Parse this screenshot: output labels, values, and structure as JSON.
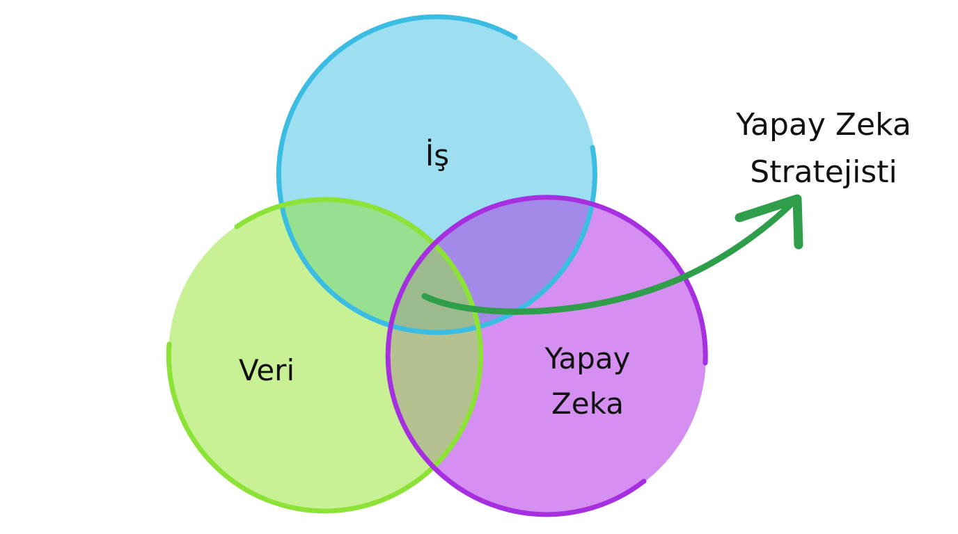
{
  "diagram": {
    "type": "venn-3",
    "sets": [
      {
        "id": "is",
        "label": "İş",
        "fill": "#9ddff0",
        "stroke": "#3bbde3"
      },
      {
        "id": "veri",
        "label": "Veri",
        "fill": "#c8f195",
        "stroke": "#8ce236"
      },
      {
        "id": "yapay_zeka",
        "label_line1": "Yapay",
        "label_line2": "Zeka",
        "fill": "#d48ff0",
        "stroke": "#a630e0"
      }
    ],
    "intersection_colors": {
      "is_veri": "#97e08f",
      "is_yapay_zeka": "#a48ae8",
      "veri_yapay_zeka": "#b6c191",
      "center": "#9bbb8f"
    },
    "arrow": {
      "color": "#2f9e4a",
      "from": "center intersection",
      "to": "outcome"
    },
    "outcome": {
      "line1": "Yapay Zeka",
      "line2": "Stratejisti"
    }
  }
}
